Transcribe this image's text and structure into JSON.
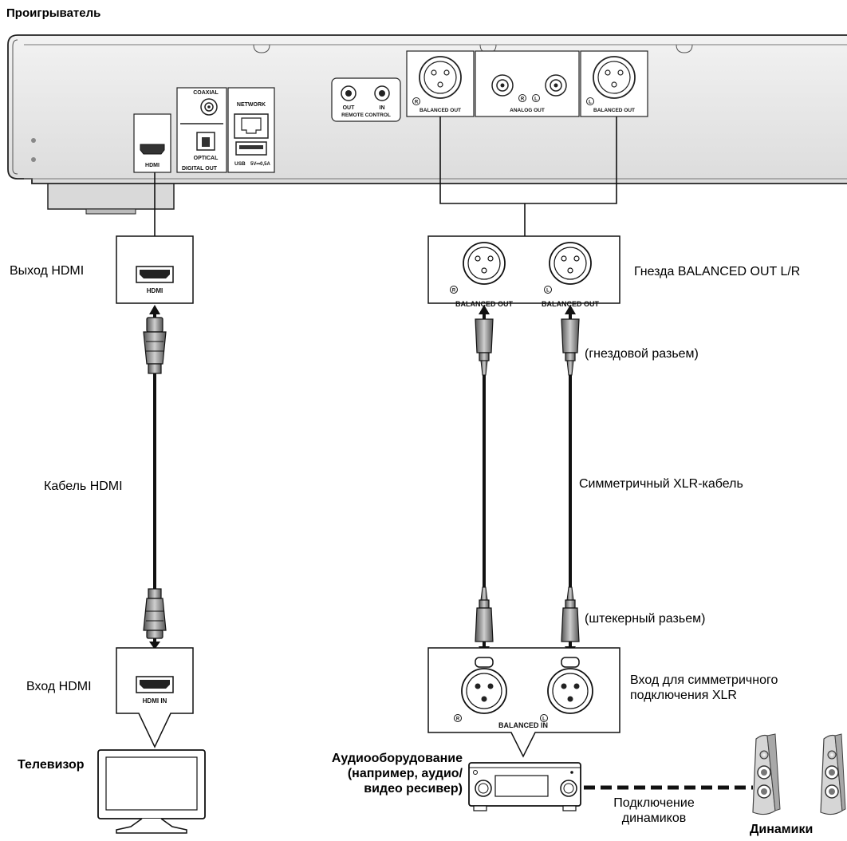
{
  "title": "Проигрыватель",
  "player_panel": {
    "hdmi": "HDMI",
    "coaxial": "COAXIAL",
    "optical": "OPTICAL",
    "digital_out": "DIGITAL OUT",
    "network": "NETWORK",
    "usb": "USB",
    "usb_spec": "5V⎓0,5A",
    "out": "OUT",
    "in": "IN",
    "remote_control": "REMOTE CONTROL",
    "balanced_out": "BALANCED OUT",
    "analog_out": "ANALOG OUT",
    "r_mark": "R",
    "l_mark": "L"
  },
  "hdmi_out_box": {
    "label": "HDMI"
  },
  "balanced_out_box": {
    "left_label": "BALANCED OUT",
    "right_label": "BALANCED OUT"
  },
  "hdmi_in_box": {
    "label": "HDMI IN"
  },
  "balanced_in_box": {
    "label": "BALANCED IN"
  },
  "labels": {
    "hdmi_output": "Выход HDMI",
    "hdmi_cable": "Кабель HDMI",
    "hdmi_input": "Вход HDMI",
    "tv": "Телевизор",
    "balanced_jacks": "Гнезда BALANCED OUT L/R",
    "female_connector": "(гнездовой разьем)",
    "xlr_cable": "Симметричный XLR-кабель",
    "male_connector": "(штекерный разьем)",
    "balanced_input_line1": "Вход для симметричного",
    "balanced_input_line2": "подключения XLR",
    "audio_equipment_line1": "Аудиооборудование",
    "audio_equipment_line2": "(например, аудио/",
    "audio_equipment_line3": "видео ресивер)",
    "speaker_conn_line1": "Подключение",
    "speaker_conn_line2": "динамиков",
    "speakers": "Динамики"
  }
}
